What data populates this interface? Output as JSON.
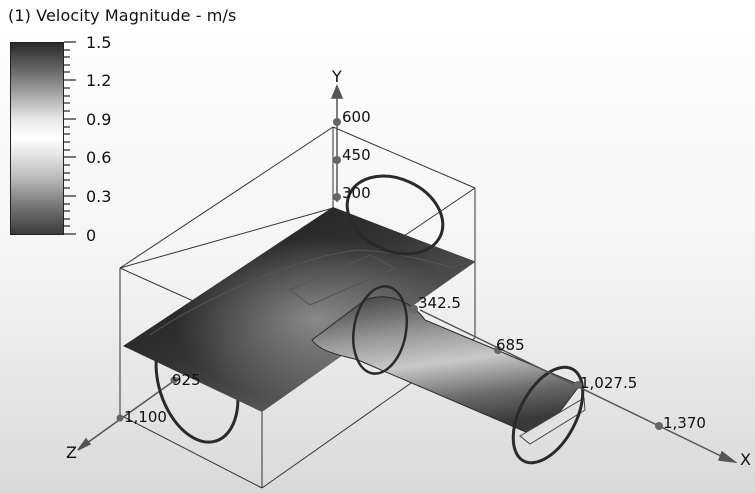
{
  "title": "(1) Velocity Magnitude - m/s",
  "legend": {
    "labels": [
      "1.5",
      "1.2",
      "0.9",
      "0.6",
      "0.3",
      "0"
    ]
  },
  "axes": {
    "y": {
      "name": "Y",
      "ticks": [
        "600",
        "450",
        "300"
      ]
    },
    "x": {
      "name": "X",
      "ticks": [
        "342.5",
        "685",
        "1,027.5",
        "1,370"
      ]
    },
    "z": {
      "name": "Z",
      "ticks": [
        "1,100",
        "925"
      ]
    }
  }
}
